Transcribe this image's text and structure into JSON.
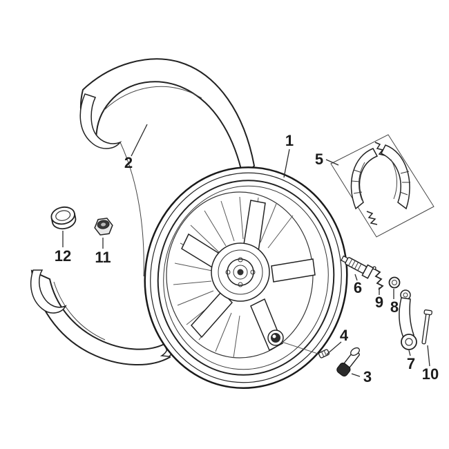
{
  "colors": {
    "paper": "#ffffff",
    "ink": "#1c1c1c",
    "dark_fill": "#2b2b2b"
  },
  "callouts": {
    "c1": "1",
    "c2": "2",
    "c3": "3",
    "c4": "4",
    "c5": "5",
    "c6": "6",
    "c7": "7",
    "c8": "8",
    "c9": "9",
    "c10": "10",
    "c11": "11",
    "c12": "12"
  }
}
